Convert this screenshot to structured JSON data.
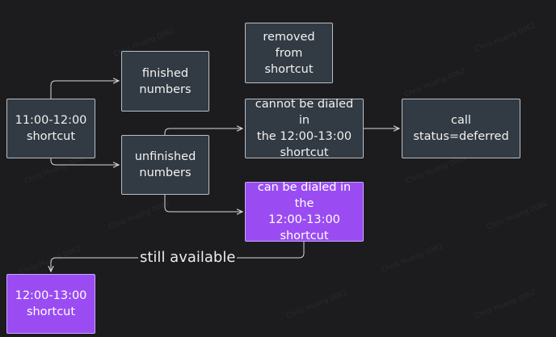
{
  "nodes": {
    "shortcut_11_12": "11:00-12:00\nshortcut",
    "finished": "finished\nnumbers",
    "unfinished": "unfinished\nnumbers",
    "removed": "removed from\nshortcut",
    "cannot_dial": "cannot be dialed in\nthe 12:00-13:00\nshortcut",
    "deferred": "call status=deferred",
    "can_dial": "can be dialed in the\n12:00-13:00 shortcut",
    "shortcut_12_13": "12:00-13:00\nshortcut"
  },
  "edge_labels": {
    "still_available": "still available"
  },
  "watermark": "Chris Huang 0062",
  "colors": {
    "background": "#1c1c1e",
    "dark_node": "#323a43",
    "purple_node": "#9a4cf2",
    "edge": "#d8d8d8"
  }
}
